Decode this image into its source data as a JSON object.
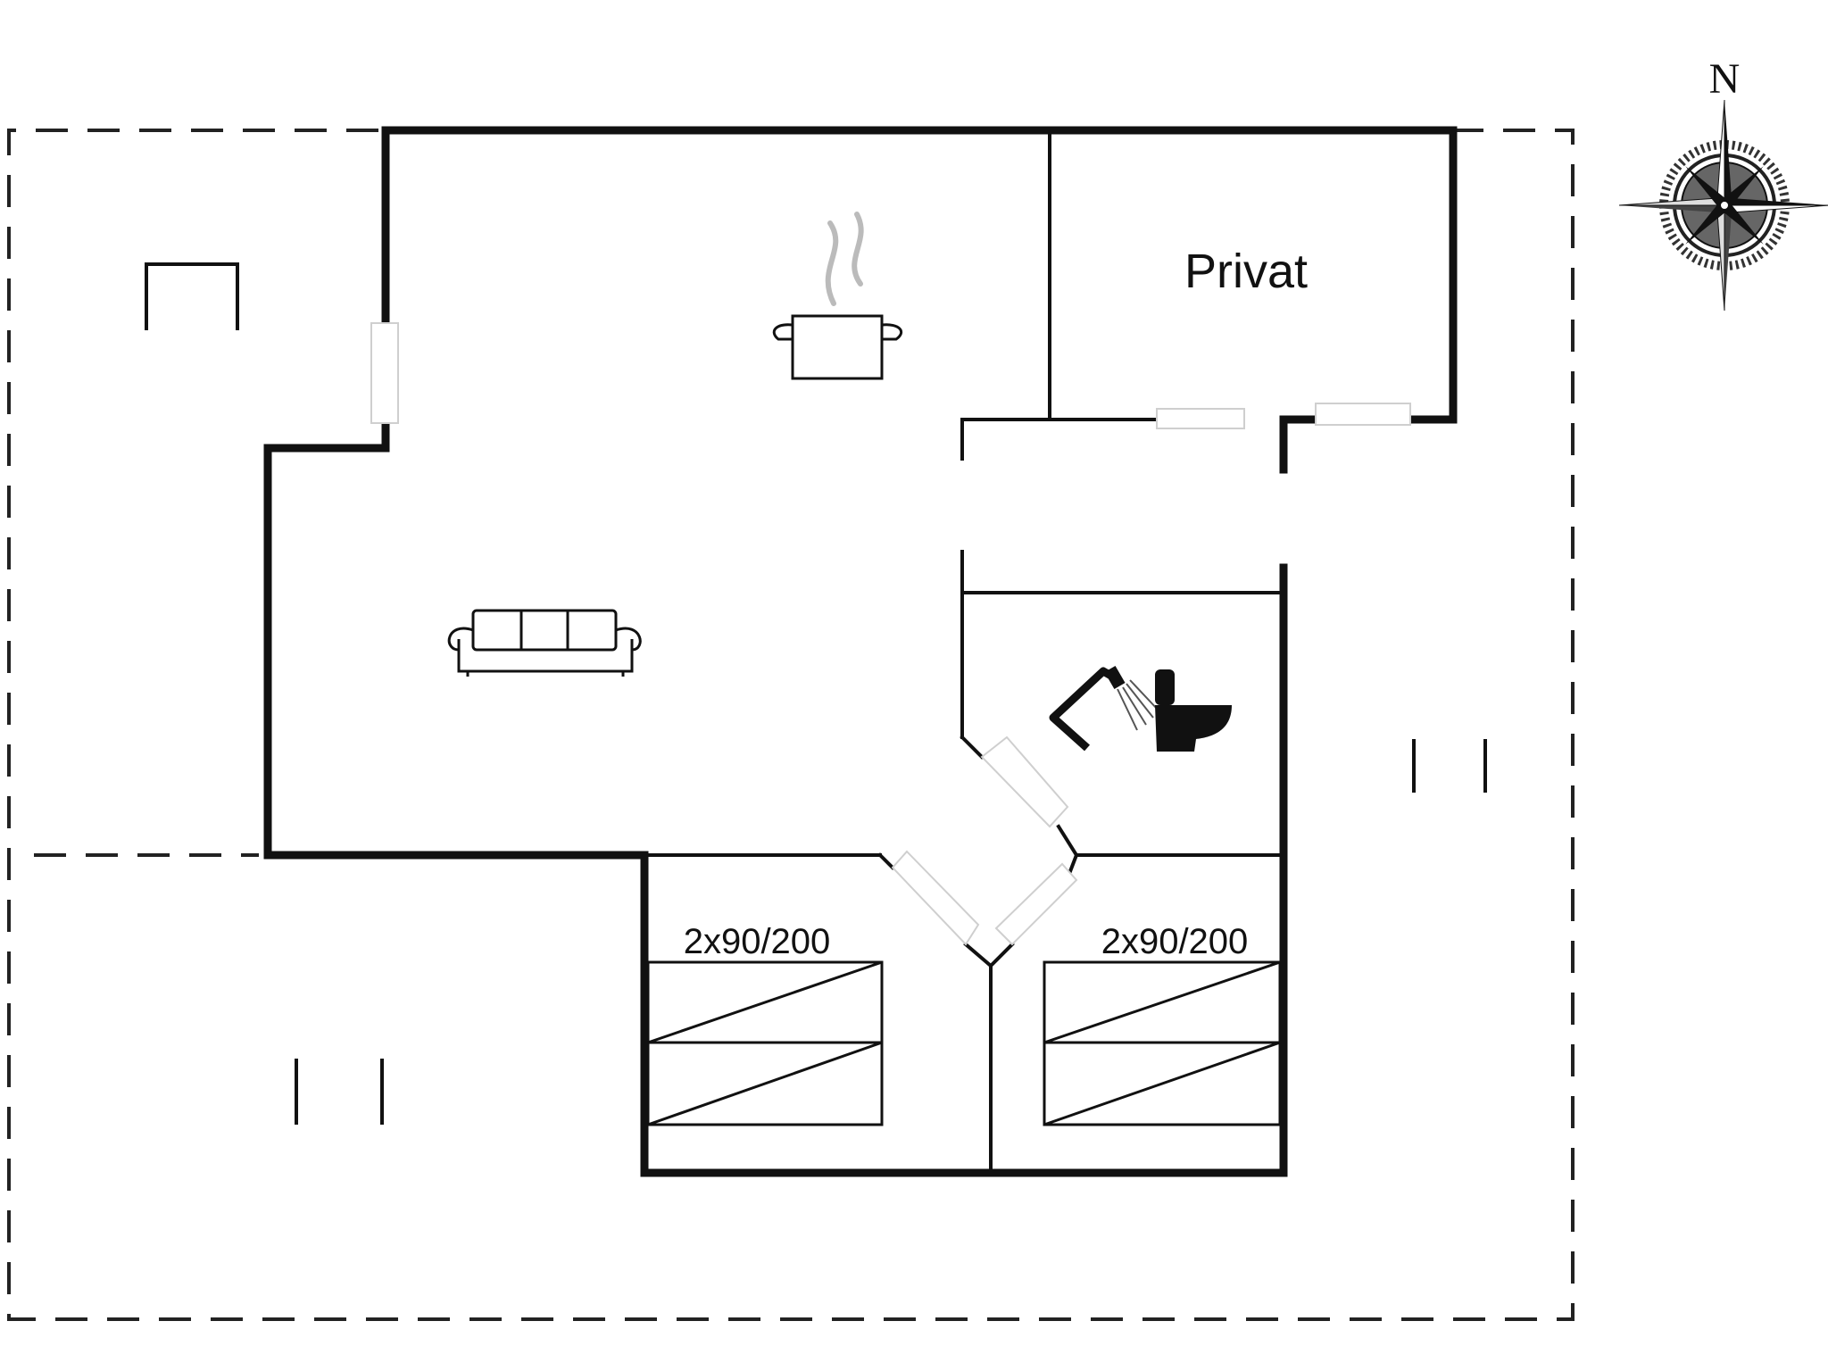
{
  "plan": {
    "room_labels": {
      "private": "Privat",
      "bed_left": "2x90/200",
      "bed_right": "2x90/200"
    },
    "compass": {
      "north_label": "N"
    },
    "icons": [
      "kitchen-pot-icon",
      "sofa-icon",
      "shower-icon",
      "toilet-icon",
      "compass-rose-icon",
      "bed-icon"
    ],
    "colors": {
      "wall": "#111111",
      "window": "#cfcfcf",
      "background": "#ffffff"
    }
  }
}
